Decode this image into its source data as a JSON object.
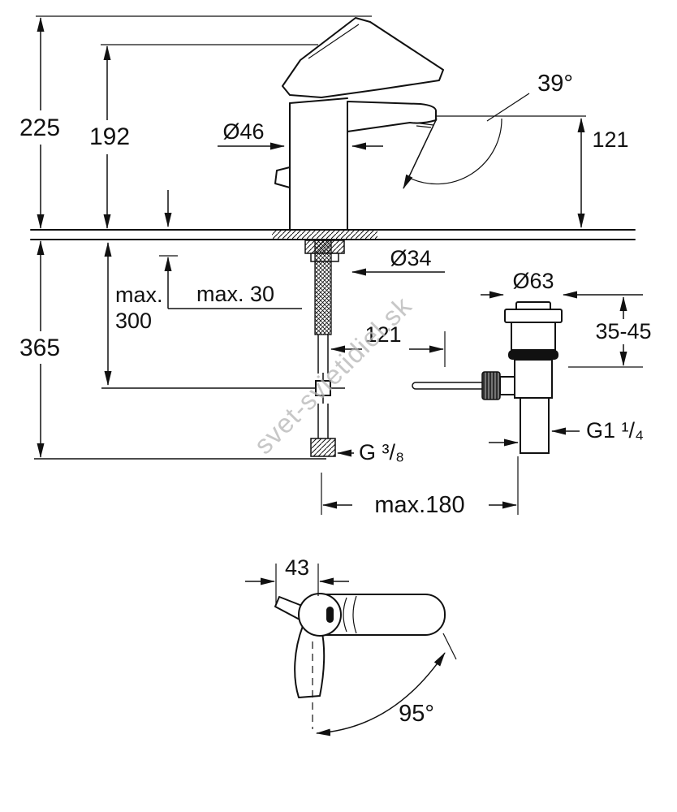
{
  "watermark": "svet-svietidiel.sk",
  "side_view": {
    "height_total": "225",
    "height_body": "192",
    "body_diameter": "Ø46",
    "spout_angle": "39°",
    "spout_height": "121",
    "hole_diameter": "Ø34",
    "max_thickness": "max. 30",
    "hose_max_line1": "max.",
    "hose_max_line2": "300",
    "below_counter": "365",
    "offset_to_waste": "121",
    "waste_diameter": "Ø63",
    "clamp_range": "35-45",
    "waste_thread": "G1 ¹/₄",
    "hose_thread": "G ³/₈",
    "max_distance": "max.180"
  },
  "top_view": {
    "handle_width": "43",
    "swivel_angle": "95°"
  }
}
